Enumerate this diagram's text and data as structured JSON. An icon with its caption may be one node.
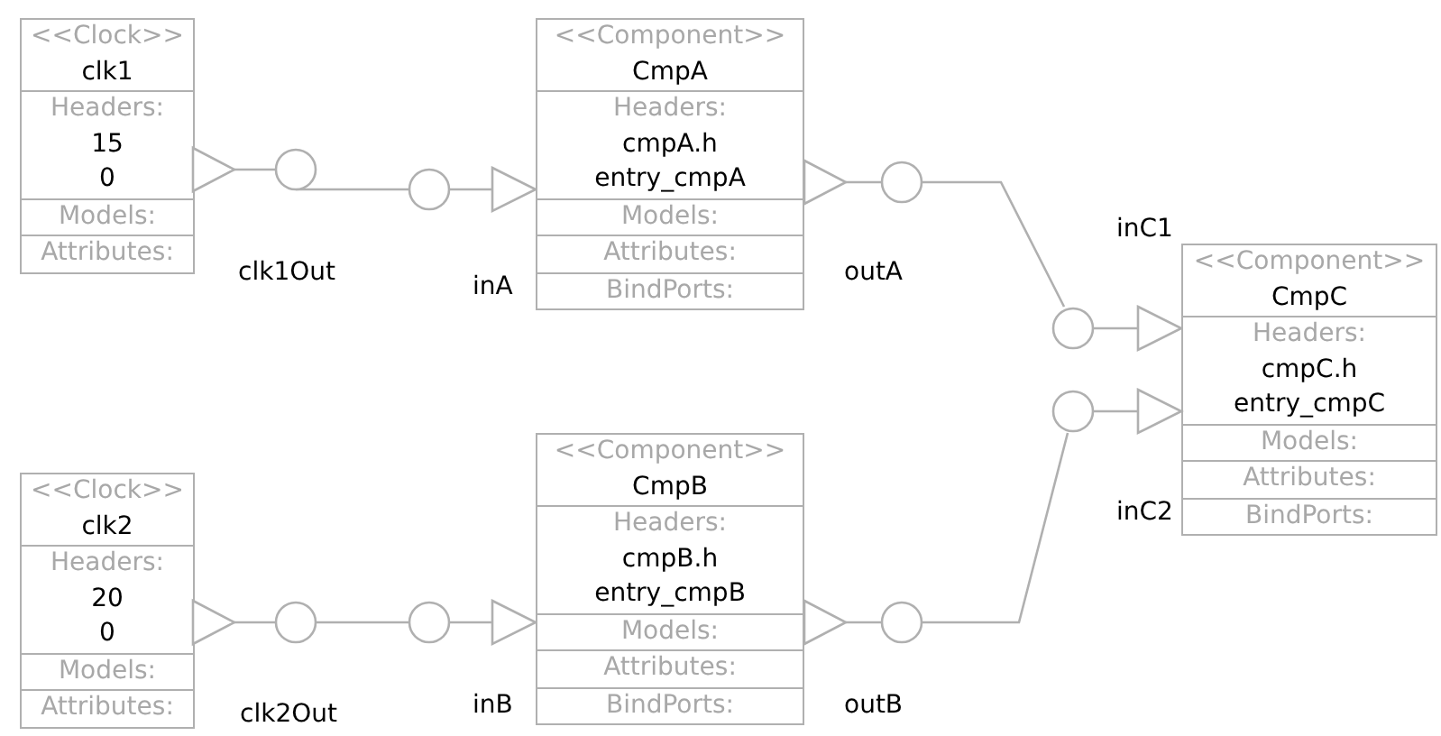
{
  "diagram": {
    "nodes": [
      {
        "text": [
          "<<Clock>>",
          "clk1",
          "Headers:",
          "15",
          "0",
          "Models:",
          "Attributes:"
        ]
      },
      {
        "text": [],
        "shape": "port"
      },
      {
        "text": [],
        "shape": "port"
      },
      {
        "text": [
          "<<Component>>",
          "CmpA",
          "Headers:",
          "cmpA.h",
          "entry_cmpA",
          "Models:",
          "Attributes:",
          "BindPorts:"
        ]
      },
      {
        "text": [],
        "shape": "port"
      },
      {
        "text": [],
        "shape": "port"
      },
      {
        "text": [
          "<<Component>>",
          "CmpC",
          "Headers:",
          "cmpC.h",
          "entry_cmpC",
          "Models:",
          "Attributes:",
          "BindPorts:"
        ]
      },
      {
        "text": [],
        "shape": "port"
      },
      {
        "text": [
          "<<Clock>>",
          "clk2",
          "Headers:",
          "20",
          "0",
          "Models:",
          "Attributes:"
        ]
      },
      {
        "text": [],
        "shape": "port"
      },
      {
        "text": [],
        "shape": "port"
      },
      {
        "text": [
          "<<Component>>",
          "CmpB",
          "Headers:",
          "cmpB.h",
          "entry_cmpB",
          "Models:",
          "Attributes:",
          "BindPorts:"
        ]
      },
      {
        "text": [],
        "shape": "port"
      }
    ],
    "edges": [
      {
        "from": 1,
        "to": 2,
        "arrow": "none"
      },
      {
        "from": 4,
        "to": 5,
        "arrow": "none"
      },
      {
        "from": 9,
        "to": 10,
        "arrow": "none"
      },
      {
        "from": 12,
        "to": 7,
        "arrow": "none"
      }
    ],
    "labels": [
      "inC1",
      "clk1Out",
      "outA",
      "inA",
      "inC2",
      "inB",
      "outB",
      "clk2Out"
    ]
  }
}
